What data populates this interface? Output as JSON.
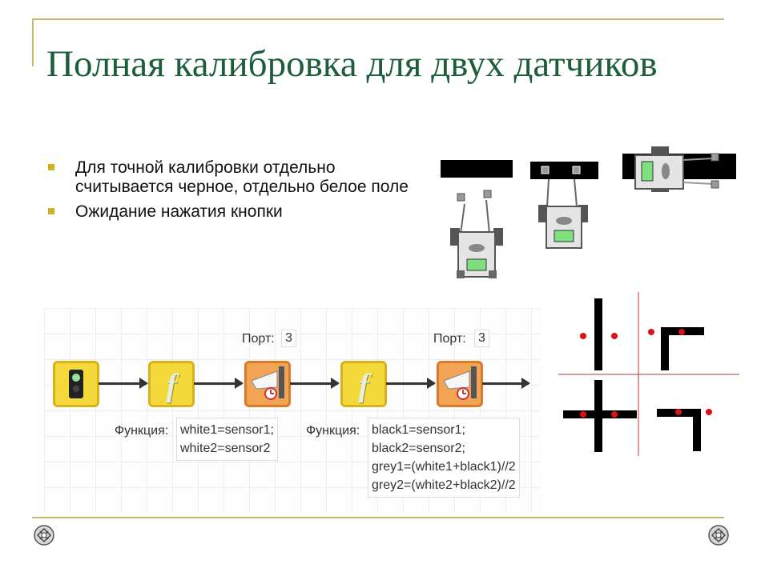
{
  "slide": {
    "title": "Полная калибровка для двух датчиков",
    "bullets": [
      "Для точной калибровки отдельно считывается черное, отдельно белое поле",
      "Ожидание нажатия кнопки"
    ]
  },
  "program": {
    "port_label_1": "Порт:",
    "port_value_1": "3",
    "port_label_2": "Порт:",
    "port_value_2": "3",
    "function_label_1": "Функция:",
    "function_code_1": "white1=sensor1;\nwhite2=sensor2",
    "function_label_2": "Функция:",
    "function_code_2": "black1=sensor1;\nblack2=sensor2;\ngrey1=(white1+black1)//2\ngrey2=(white2+black2)//2",
    "function_glyph": "f"
  },
  "colors": {
    "title": "#1d5e3a",
    "bullet": "#d2b21a",
    "frame": "#c9b96e",
    "block_yellow": "#f3d93a",
    "block_orange": "#f2a455",
    "sensor_dot": "#dd1111",
    "robot_screen": "#7de07d"
  },
  "icons": {
    "start": "traffic-light-icon",
    "function": "function-f-icon",
    "sensor": "sensor-read-icon",
    "corner": "celtic-knot-icon"
  }
}
